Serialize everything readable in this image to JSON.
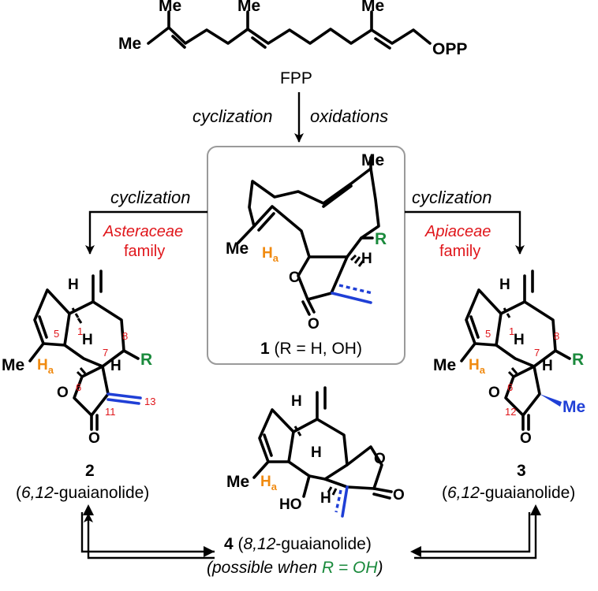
{
  "colors": {
    "substituent_R": "#1a8a3c",
    "hydrogen_Ha": "#f08a10",
    "exocyclic_bond": "#1f3fd6",
    "family_and_numbering": "#e0161b",
    "box_border": "#9a9a9a"
  },
  "fpp": {
    "name": "FPP",
    "me_label": "Me",
    "pp_label": "OPP"
  },
  "arrows": {
    "cond_left": "cyclization",
    "cond_right": "oxidations",
    "cond_to_2": "cyclization",
    "family_2_line1": "Asteraceae",
    "family_2_line2": "family",
    "cond_to_3": "cyclization",
    "family_3_line1": "Apiaceae",
    "family_3_line2": "family"
  },
  "atoms": {
    "me": "Me",
    "r": "R",
    "h": "H",
    "ha": "H",
    "ha_sub": "a",
    "o": "O",
    "ho": "HO"
  },
  "compound1": {
    "number": "1",
    "desc": "(R = H, OH)"
  },
  "compound2": {
    "number": "2",
    "open": "(",
    "positions": "6,12",
    "suffix": "-guaianolide)",
    "ring_numbers": [
      "1",
      "5",
      "6",
      "7",
      "8",
      "11",
      "13"
    ]
  },
  "compound3": {
    "number": "3",
    "open": "(",
    "positions": "6,12",
    "suffix": "-guaianolide)",
    "ring_numbers": [
      "1",
      "5",
      "6",
      "7",
      "8",
      "12"
    ]
  },
  "compound4": {
    "number": "4",
    "open": "(",
    "positions": "8,12",
    "suffix": "-guaianolide)",
    "note_prefix": "(possible when ",
    "note_condition": "R = OH",
    "note_suffix": ")"
  }
}
